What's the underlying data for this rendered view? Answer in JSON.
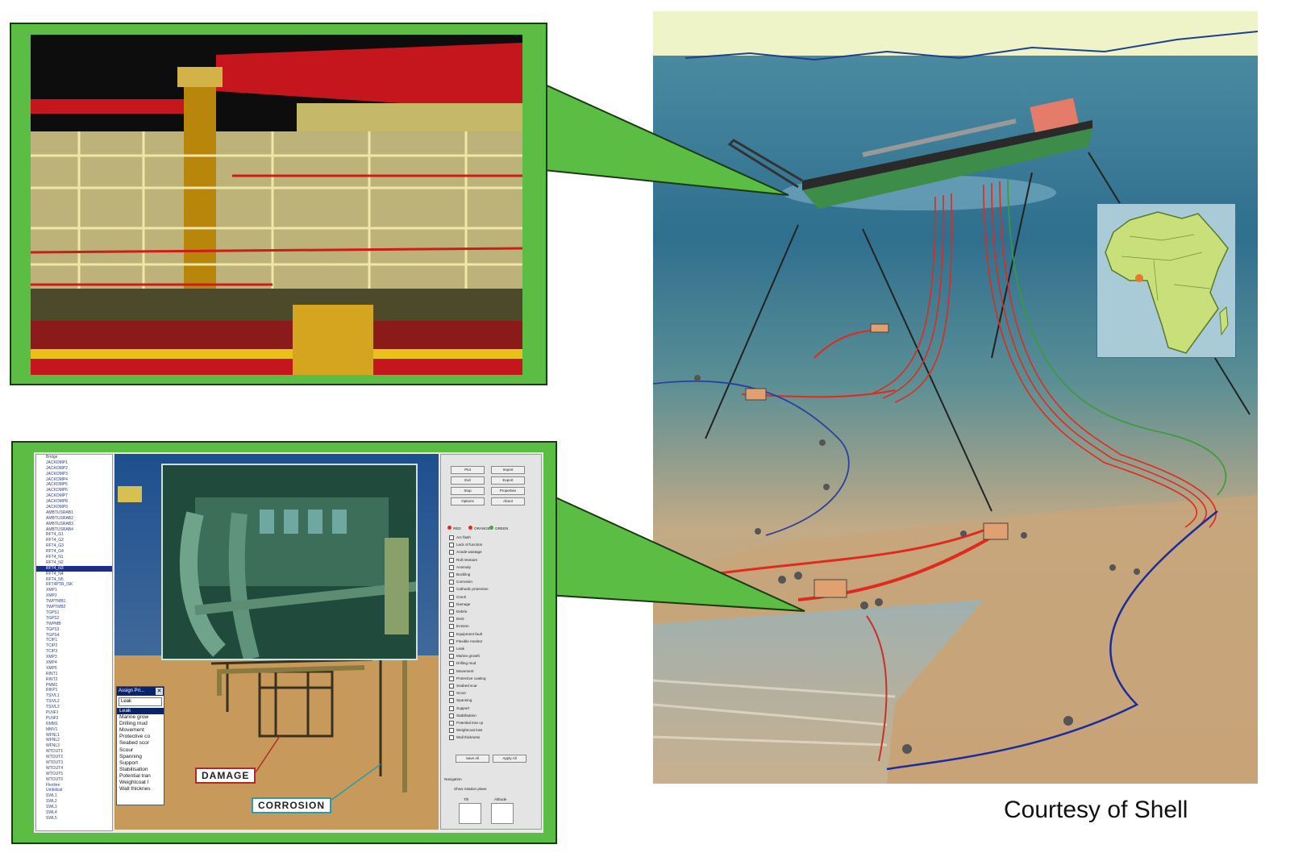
{
  "credit": "Courtesy of Shell",
  "app": {
    "tree_items": [
      "Bridge",
      "JACKOMP1",
      "JACKOMP2",
      "JACKOMP3",
      "JACKOMP4",
      "JACKOMP5",
      "JACKOMP6",
      "JACKOMP7",
      "JACKOMP8",
      "JACKOMP9",
      "AMBTUSRAB1",
      "AMBTUSRAB2",
      "AMBTUSRAB3",
      "AMBTUSRAB4",
      "RFT4_G1",
      "RFT4_G2",
      "RFT4_G3",
      "RFT4_G4",
      "RFT4_N1",
      "RFT4_N2",
      "RFT4_N3",
      "RFT4_N4",
      "RFT4_N5",
      "RFT4PTR_ISK",
      "XMP1",
      "XMP2",
      "TWPTMB1",
      "TWPTMB2",
      "TGPS1",
      "TGPS2",
      "TWPMB",
      "TGPS3",
      "TGPS4",
      "TCIP1",
      "TCIP2",
      "TCIP3",
      "XMP3",
      "XMP4",
      "XMP5",
      "RINT1",
      "RINT2",
      "PMM1",
      "RIKP1",
      "TSIVL1",
      "TSIVL2",
      "TSIVL3",
      "PLNF1",
      "PLNF2",
      "RMM1",
      "MMV1",
      "WFNL1",
      "WFNL2",
      "WFNL3",
      "WTOUT1",
      "WTOUT2",
      "WTOUT3",
      "WTOUT4",
      "WTOUT5",
      "WTOUT6",
      "Flexline",
      "Umbilical",
      "SWL1",
      "SWL2",
      "SWL3",
      "SWL4",
      "SWL5"
    ],
    "tree_selected_index": 20,
    "assign_dialog": {
      "title": "Assign Pri...",
      "selected": "Leak",
      "items": [
        "Leak",
        "Marine grow",
        "Drilling mud",
        "Movement",
        "Protective co",
        "Seabed scor",
        "Scour",
        "Spanning",
        "Support",
        "Stabilisation",
        "Potential tran",
        "Weightcoat l",
        "Wall thicknes"
      ]
    },
    "tags": {
      "damage": "DAMAGE",
      "corrosion": "CORROSION"
    },
    "side_buttons": [
      "Plot",
      "Import",
      "Exit",
      "Export",
      "Stop",
      "Properties",
      "Options",
      "About"
    ],
    "legend": [
      "RED",
      "ORANGE",
      "GREEN"
    ],
    "checklist": [
      "Arc flash",
      "Lack of function",
      "Anode wastage",
      "Roll restraint",
      "Anomaly",
      "Buckling",
      "Corrosion",
      "Cathodic protection",
      "Crack",
      "Damage",
      "Debris",
      "Dent",
      "Erosion",
      "Equipment fault",
      "Flexible monitor",
      "Leak",
      "Marine growth",
      "Drilling mud",
      "Movement",
      "Protective coating",
      "Seabed scar",
      "Scour",
      "Spanning",
      "Support",
      "Stabilisation",
      "Potential tran cp",
      "Weightcoat loss",
      "Wall thickness"
    ],
    "bottom_buttons": [
      "Save All",
      "Apply All"
    ],
    "footer_labels": [
      "Navigation",
      "Show rotation plane",
      "Tilt",
      "Altitude"
    ]
  },
  "colors": {
    "callout_green": "#5cbd45",
    "flowline_red": "#e02a1e",
    "flowline_blue": "#2b3fa0",
    "hull_green": "#3e8c4a",
    "plant_yellow": "#e8de88",
    "plant_red": "#c4161c"
  }
}
